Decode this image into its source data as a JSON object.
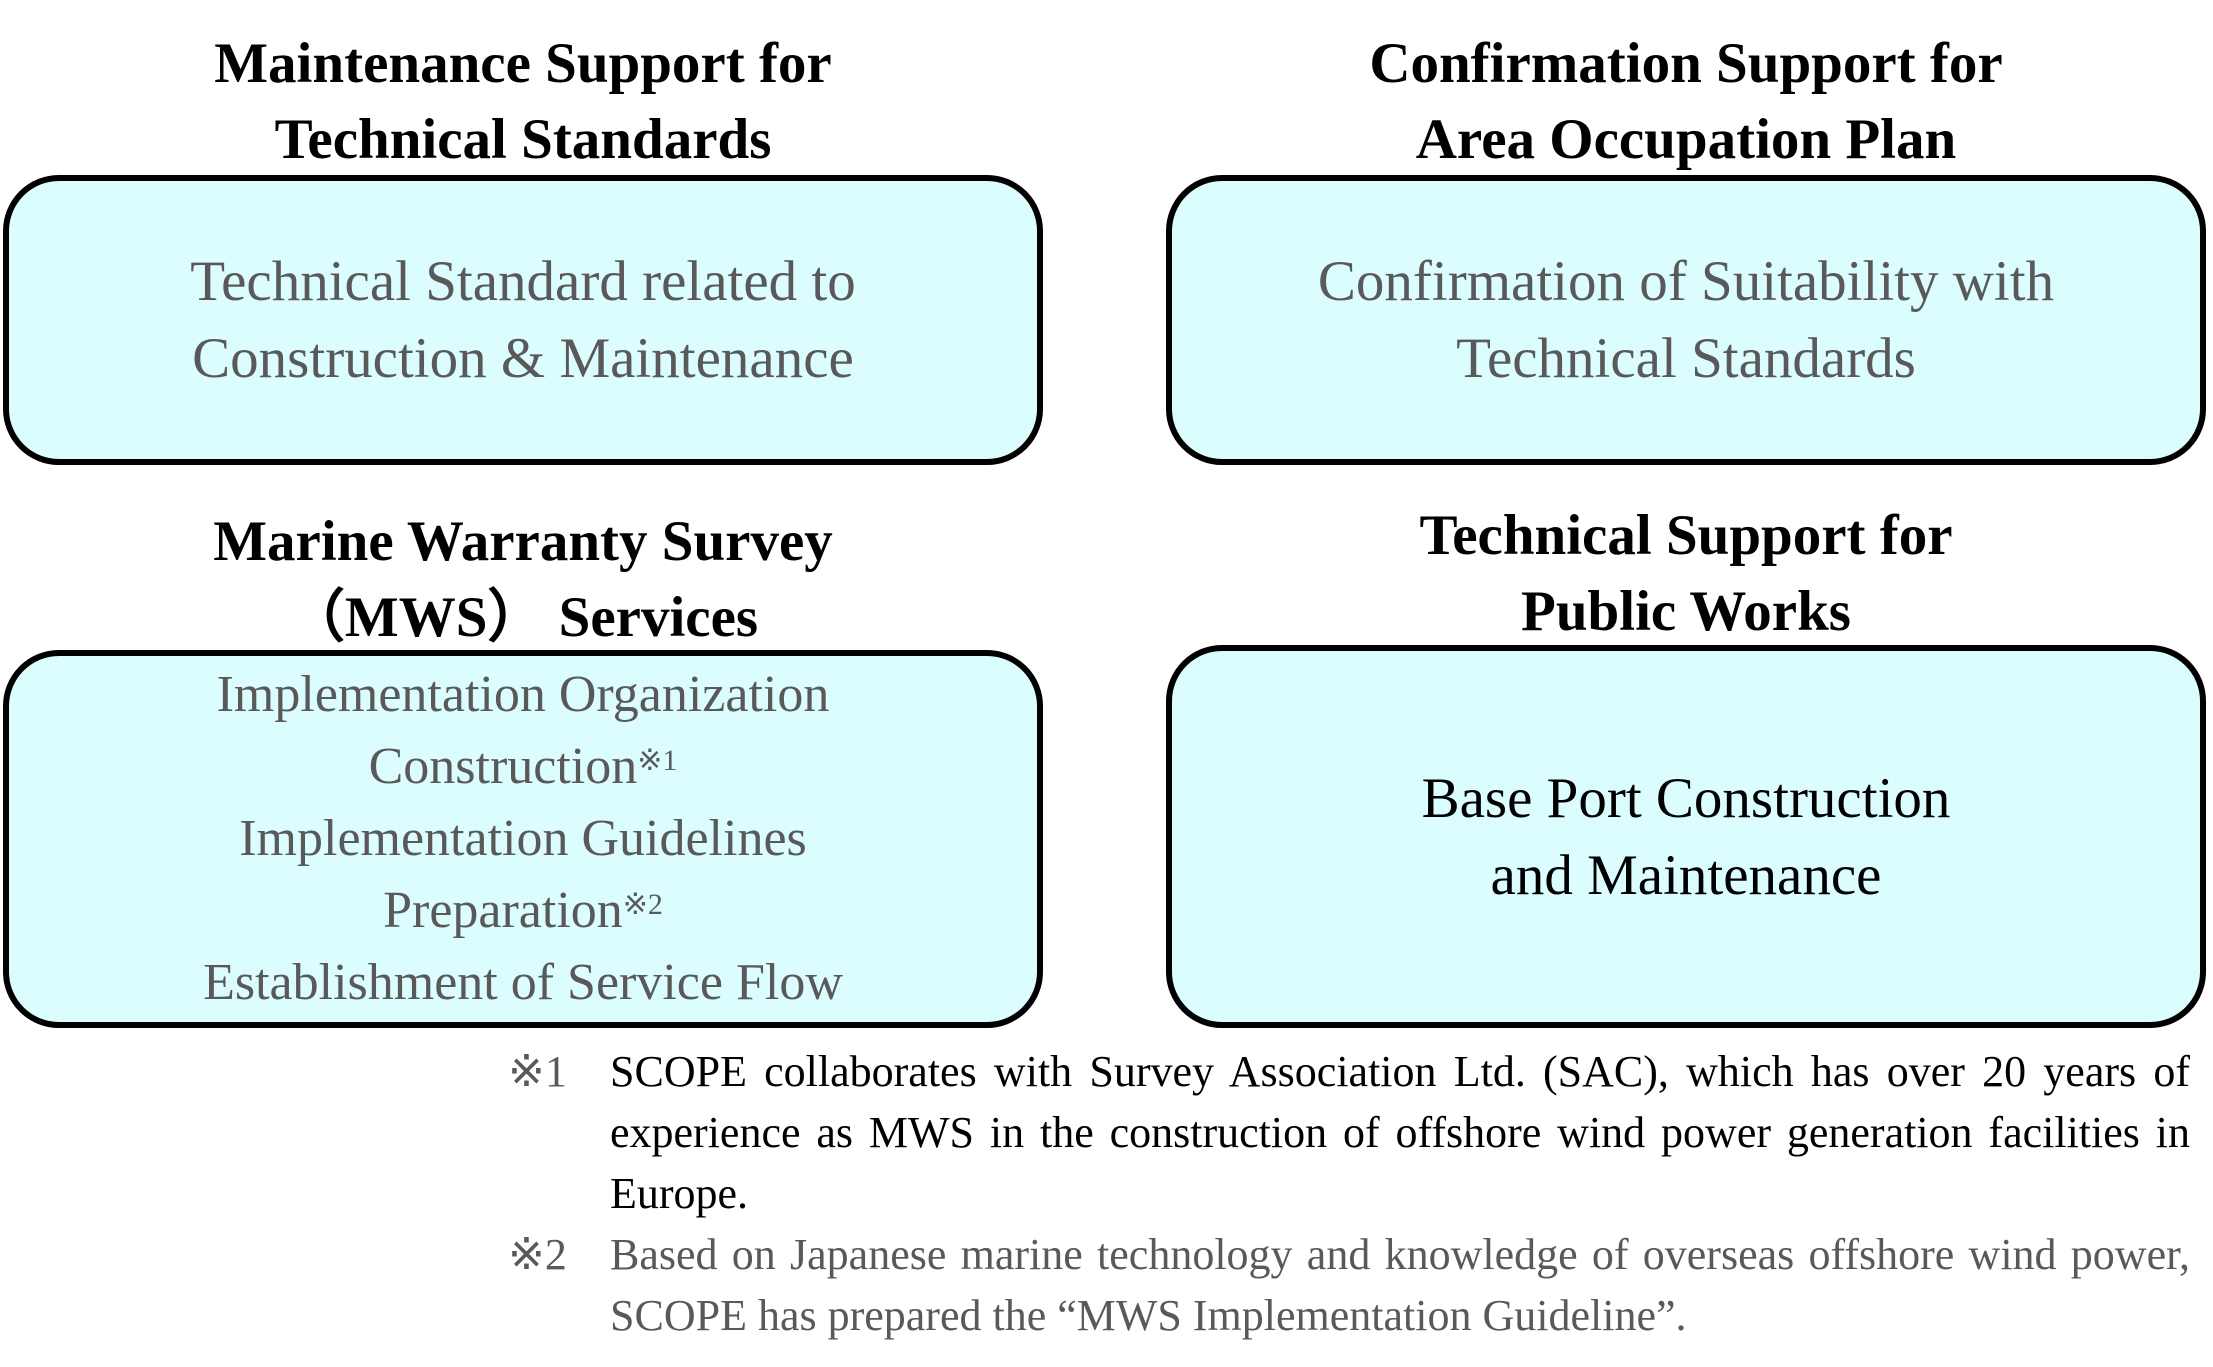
{
  "panels": [
    {
      "heading": [
        "Maintenance Support for",
        "Technical Standards"
      ],
      "lines": [
        "Technical Standard related to",
        "Construction & Maintenance"
      ]
    },
    {
      "heading": [
        "Confirmation Support for",
        "Area Occupation Plan"
      ],
      "lines": [
        "Confirmation of Suitability with",
        "Technical Standards"
      ]
    },
    {
      "heading": [
        "Marine Warranty Survey",
        "（MWS） Services"
      ],
      "lines": [
        "Implementation Organization",
        "Construction",
        "Implementation Guidelines",
        "Preparation",
        "Establishment of Service Flow"
      ],
      "notes": [
        "※1",
        "※2"
      ]
    },
    {
      "heading": [
        "Technical Support for",
        "Public Works"
      ],
      "lines": [
        "Base Port Construction",
        "and Maintenance"
      ]
    }
  ],
  "footnotes": [
    {
      "mark": "※1",
      "text": "SCOPE collaborates with Survey Association Ltd. (SAC), which has over 20 years of experience as MWS in the construction of offshore wind power generation facilities in Europe."
    },
    {
      "mark": "※2",
      "text": "Based on Japanese marine technology and knowledge of overseas offshore wind power, SCOPE has prepared the “MWS Implementation Guideline”."
    }
  ],
  "colors": {
    "box_fill": "#dcfdfd",
    "border": "#000000",
    "muted_text": "#595959"
  }
}
